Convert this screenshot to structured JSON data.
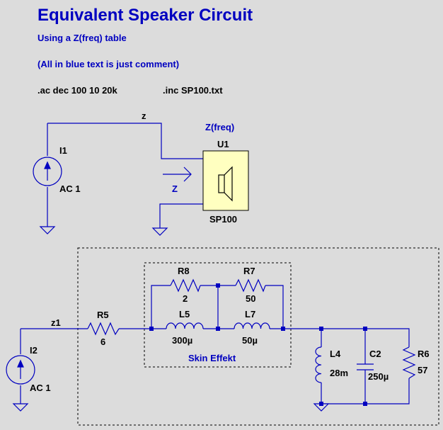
{
  "header": {
    "title": "Equivalent Speaker Circuit",
    "subtitle": "Using a Z(freq) table",
    "comment_note": "(All in blue text is just comment)",
    "directive_ac": ".ac dec 100 10 20k",
    "directive_inc": ".inc SP100.txt"
  },
  "top_circuit": {
    "net_label": "z",
    "source_name": "I1",
    "source_value": "AC 1",
    "zfreq_label": "Z(freq)",
    "component_name": "U1",
    "component_model": "SP100",
    "arrow_label": "Z"
  },
  "bottom_circuit": {
    "net_label": "z1",
    "source_name": "I2",
    "source_value": "AC 1",
    "r5": {
      "name": "R5",
      "value": "6"
    },
    "r8": {
      "name": "R8",
      "value": "2"
    },
    "r7": {
      "name": "R7",
      "value": "50"
    },
    "l5": {
      "name": "L5",
      "value": "300µ"
    },
    "l7": {
      "name": "L7",
      "value": "50µ"
    },
    "skin_label": "Skin Effekt",
    "l4": {
      "name": "L4",
      "value": "28m"
    },
    "c2": {
      "name": "C2",
      "value": "250µ"
    },
    "r6": {
      "name": "R6",
      "value": "57"
    }
  },
  "colors": {
    "background": "#dcdcdc",
    "wire": "#0000c0",
    "comment_text": "#0000c0",
    "component_fill": "#ffffc0"
  }
}
